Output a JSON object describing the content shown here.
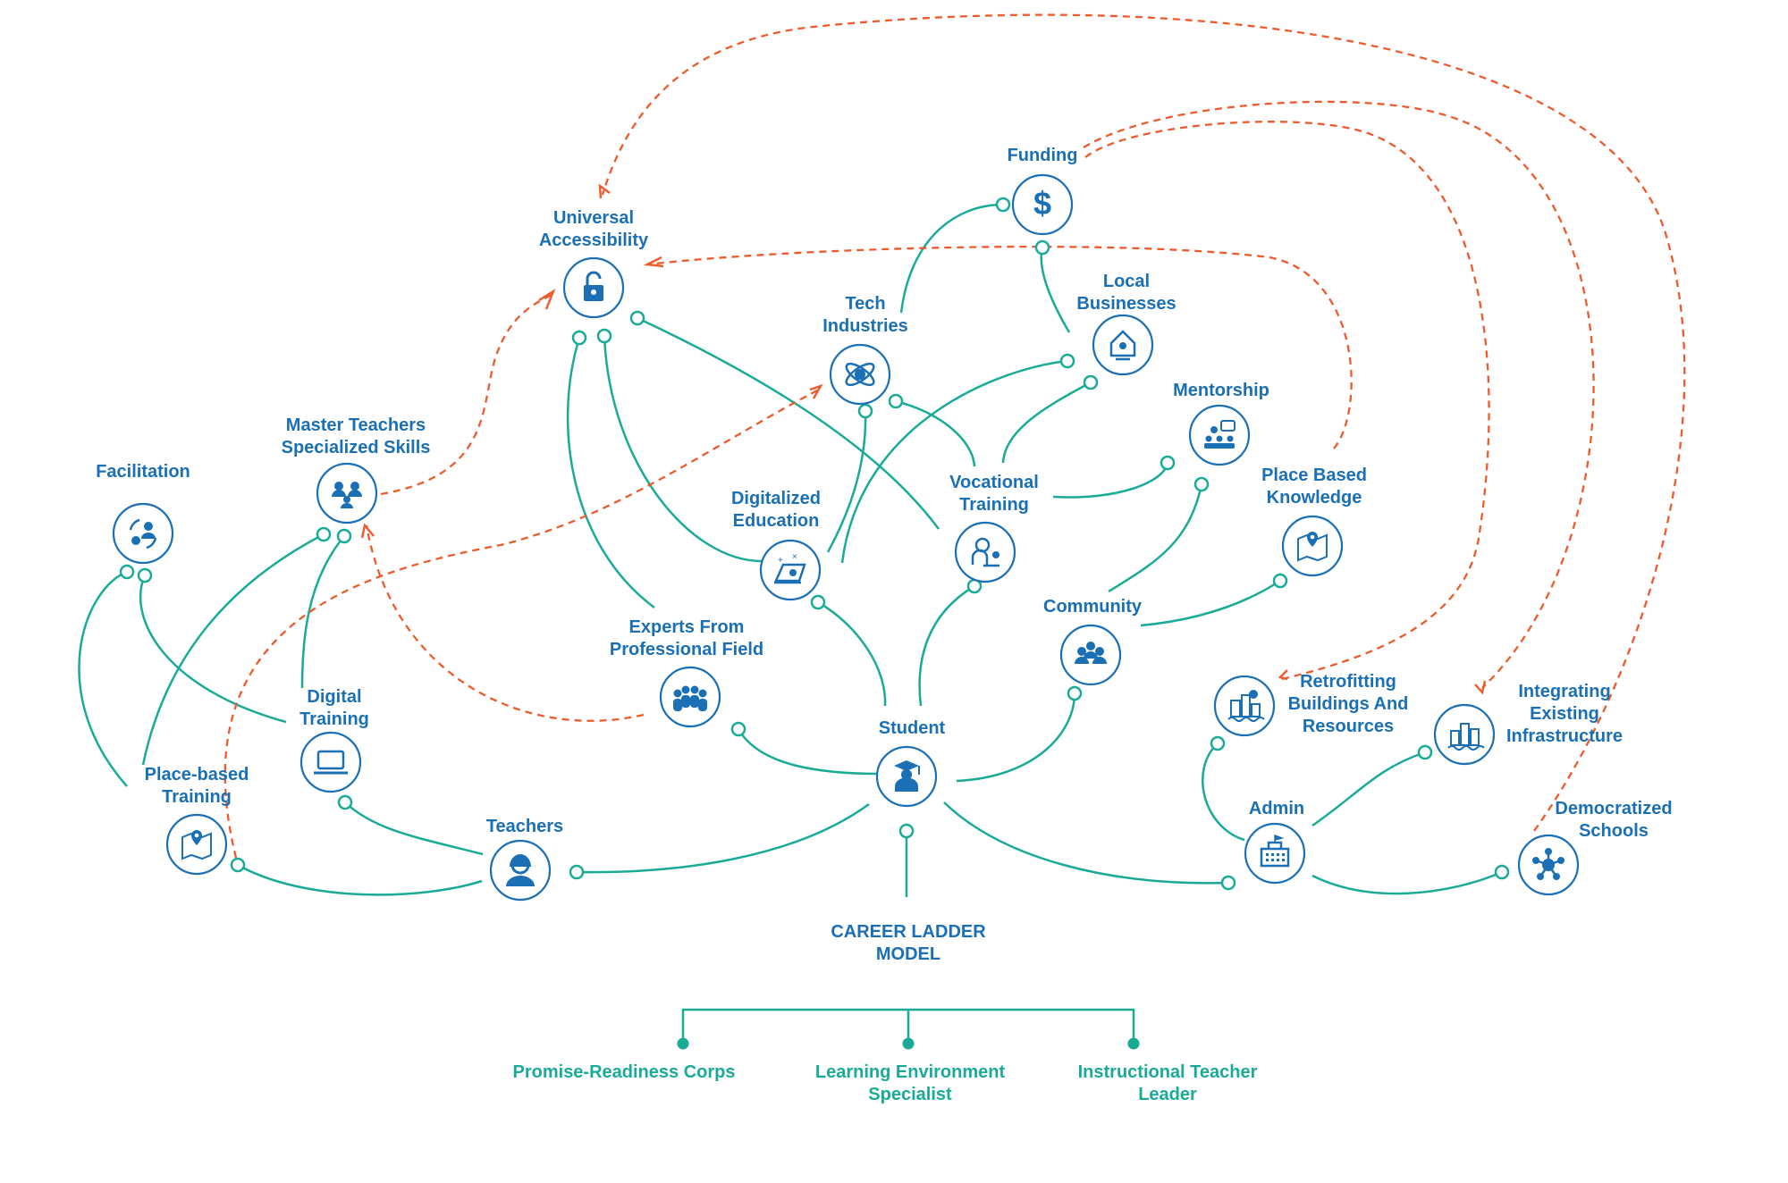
{
  "colors": {
    "node": "#1a6fb5",
    "teal": "#1aab98",
    "dash": "#ee5a2b"
  },
  "nodes": [
    {
      "id": "funding",
      "label": [
        "Funding"
      ],
      "icon": "dollar-icon"
    },
    {
      "id": "universal",
      "label": [
        "Universal",
        "Accessibility"
      ],
      "icon": "unlock-icon"
    },
    {
      "id": "tech",
      "label": [
        "Tech",
        "Industries"
      ],
      "icon": "atom-icon"
    },
    {
      "id": "local",
      "label": [
        "Local",
        "Businesses"
      ],
      "icon": "house-pin-icon"
    },
    {
      "id": "mentorship",
      "label": [
        "Mentorship"
      ],
      "icon": "presentation-icon"
    },
    {
      "id": "vocational",
      "label": [
        "Vocational",
        "Training"
      ],
      "icon": "worker-laptop-icon"
    },
    {
      "id": "placeknow",
      "label": [
        "Place Based",
        "Knowledge"
      ],
      "icon": "map-pin-icon"
    },
    {
      "id": "facilitation",
      "label": [
        "Facilitation"
      ],
      "icon": "cycle-person-icon"
    },
    {
      "id": "master",
      "label": [
        "Master Teachers",
        "Specialized Skills"
      ],
      "icon": "teacher-group-icon"
    },
    {
      "id": "digitalized",
      "label": [
        "Digitalized",
        "Education"
      ],
      "icon": "laptop-math-icon"
    },
    {
      "id": "community",
      "label": [
        "Community"
      ],
      "icon": "community-icon"
    },
    {
      "id": "experts",
      "label": [
        "Experts From",
        "Professional Field"
      ],
      "icon": "people-group-icon"
    },
    {
      "id": "digitaltraining",
      "label": [
        "Digital",
        "Training"
      ],
      "icon": "laptop-icon"
    },
    {
      "id": "student",
      "label": [
        "Student"
      ],
      "icon": "graduate-icon"
    },
    {
      "id": "retrofit",
      "label": [
        "Retrofitting",
        "Buildings And",
        "Resources"
      ],
      "icon": "buildings-icon"
    },
    {
      "id": "integrating",
      "label": [
        "Integrating",
        "Existing",
        "Infrastructure"
      ],
      "icon": "infrastructure-icon"
    },
    {
      "id": "placetraining",
      "label": [
        "Place-based",
        "Training"
      ],
      "icon": "map-pin-icon"
    },
    {
      "id": "teachers",
      "label": [
        "Teachers"
      ],
      "icon": "teacher-icon"
    },
    {
      "id": "admin",
      "label": [
        "Admin"
      ],
      "icon": "school-building-icon"
    },
    {
      "id": "democratized",
      "label": [
        "Democratized",
        "Schools"
      ],
      "icon": "network-icon"
    }
  ],
  "career": {
    "title": [
      "CAREER LADDER",
      "MODEL"
    ],
    "roles": [
      {
        "label": [
          "Promise-Readiness Corps"
        ]
      },
      {
        "label": [
          "Learning Environment",
          "Specialist"
        ]
      },
      {
        "label": [
          "Instructional Teacher",
          "Leader"
        ]
      }
    ]
  }
}
